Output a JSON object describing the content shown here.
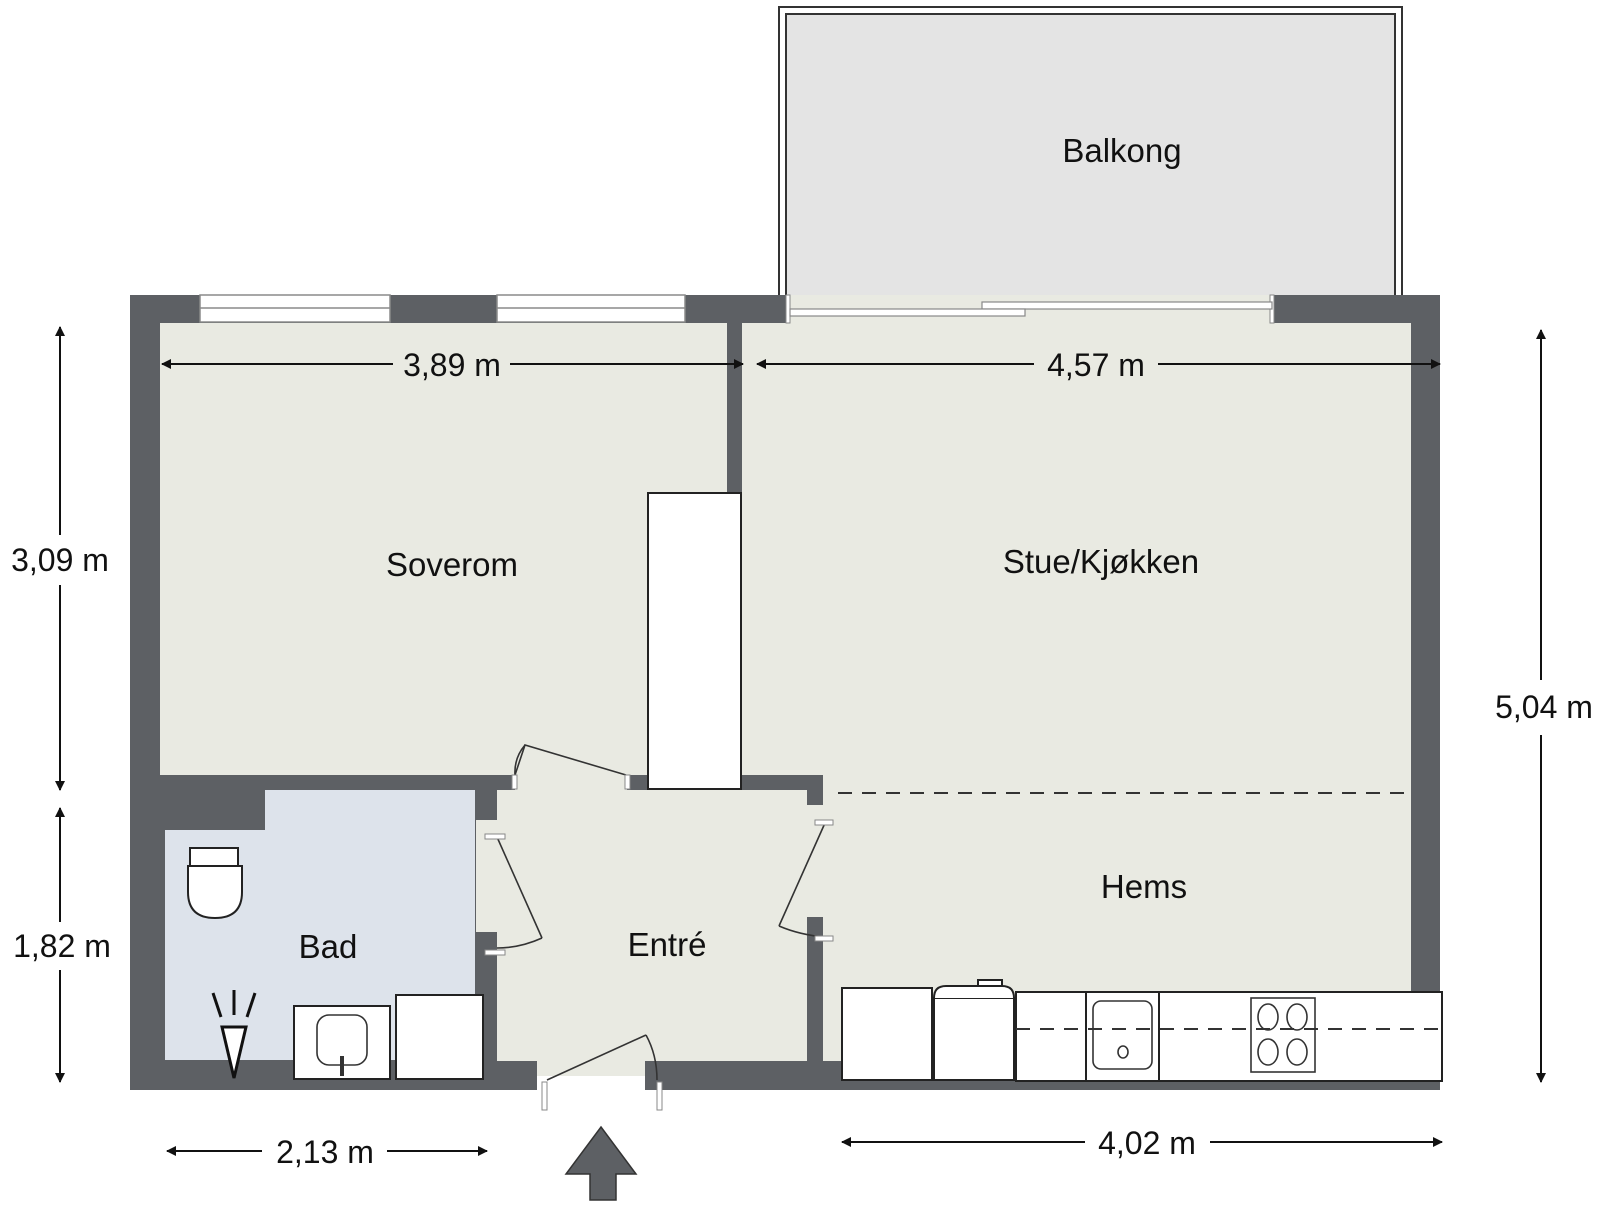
{
  "rooms": {
    "balcony": {
      "label": "Balkong"
    },
    "bedroom": {
      "label": "Soverom"
    },
    "living_kitchen": {
      "label": "Stue/Kjøkken"
    },
    "loft": {
      "label": "Hems"
    },
    "bathroom": {
      "label": "Bad"
    },
    "entrance": {
      "label": "Entré"
    }
  },
  "dimensions": {
    "bedroom_width": "3,89 m",
    "living_width": "4,57 m",
    "bedroom_depth": "3,09 m",
    "bathroom_depth": "1,82 m",
    "total_depth": "5,04 m",
    "bathroom_width": "2,13 m",
    "kitchen_width": "4,02 m"
  },
  "icons": {
    "entrance_arrow": "entrance-arrow-icon",
    "toilet": "toilet-icon",
    "shower": "shower-icon",
    "sink": "sink-icon",
    "stove": "stove-icon",
    "kitchen_sink": "kitchen-sink-icon"
  },
  "colors": {
    "wall": "#5d6064",
    "floor": "#e9eae2",
    "bathroom_floor": "#dde3eb",
    "balcony_floor": "#e4e4e4"
  }
}
